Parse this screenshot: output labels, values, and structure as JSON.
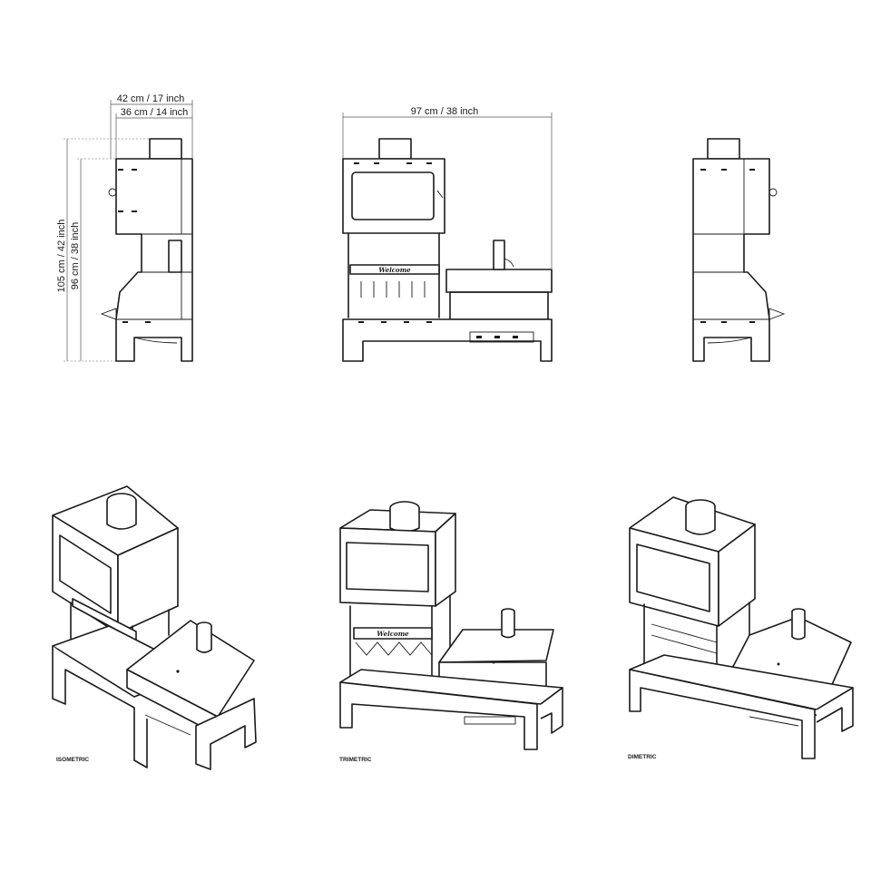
{
  "dimensions": {
    "width_outer": "42 cm / 17 inch",
    "width_inner": "36 cm / 14 inch",
    "length_total": "97 cm / 38 inch",
    "height_total": "105 cm / 42 inch",
    "height_body": "96 cm / 38 inch"
  },
  "views": {
    "isometric": "ISOMETRIC",
    "trimetric": "TRIMETRIC",
    "dimetric": "DIMETRIC"
  },
  "brand_plate": "Welcome",
  "colors": {
    "line": "#1a1a1a",
    "dimension": "#555555",
    "background": "#ffffff"
  },
  "icons": [
    "door-handle-icon",
    "flue-pipe-icon",
    "vent-slot-icon"
  ]
}
